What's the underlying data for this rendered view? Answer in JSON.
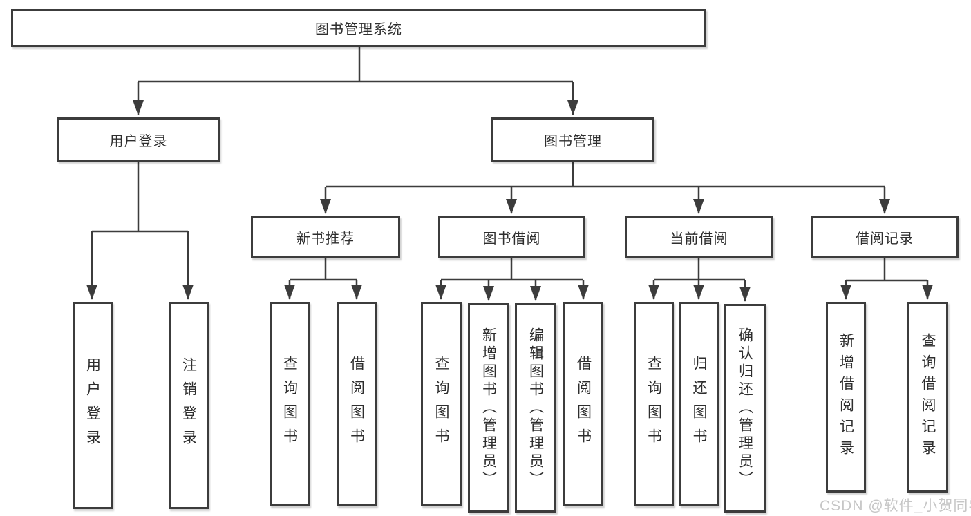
{
  "diagram": {
    "title_node": "图书管理系统",
    "nodes": {
      "user_login": "用户登录",
      "book_mgmt": "图书管理",
      "new_books": "新书推荐",
      "book_borrow": "图书借阅",
      "current_borrow": "当前借阅",
      "borrow_records": "借阅记录"
    },
    "leaves": {
      "user_login": [
        "用户登录",
        "注销登录"
      ],
      "new_books": [
        "查询图书",
        "借阅图书"
      ],
      "book_borrow": [
        "查询图书",
        "新增图书（管理员）",
        "编辑图书（管理员）",
        "借阅图书"
      ],
      "current_borrow": [
        "查询图书",
        "归还图书",
        "确认归还（管理员）"
      ],
      "borrow_records": [
        "新增借阅记录",
        "查询借阅记录"
      ]
    }
  },
  "watermark": "CSDN @软件_小贺同学",
  "colors": {
    "line": "#3c3c3c",
    "text": "#2e2e2e",
    "background": "#ffffff",
    "watermark": "#c6c6c6"
  }
}
